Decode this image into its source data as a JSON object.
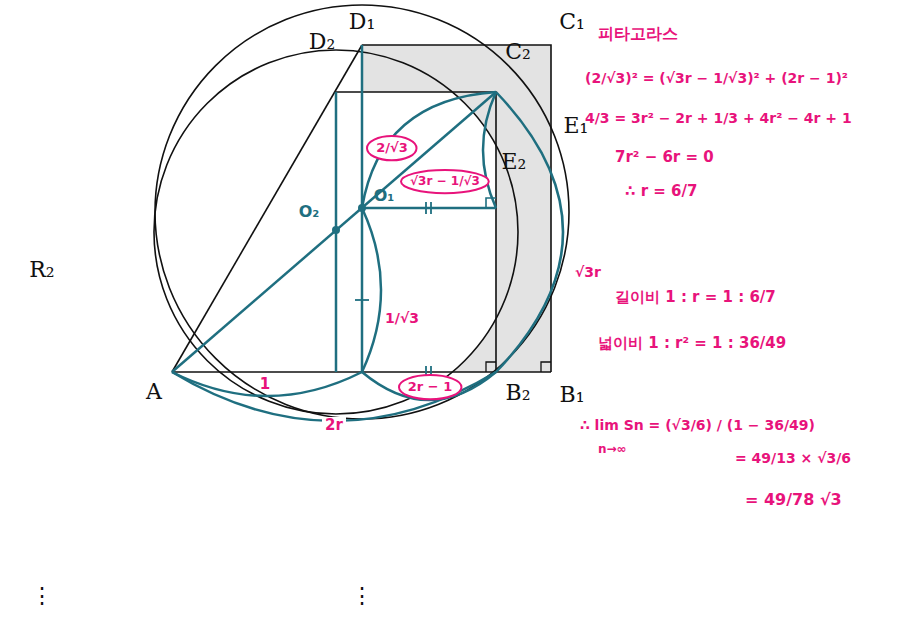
{
  "diagram": {
    "nodes": [
      {
        "text": [
          "2/√3"
        ]
      },
      {
        "text": [
          "√3r − 1/√3"
        ]
      },
      {
        "text": [
          "2r − 1"
        ]
      }
    ],
    "labels": [
      "D₁",
      "C₁",
      "D₂",
      "C₂",
      "E₁",
      "E₂",
      "R₂",
      "A",
      "B₂",
      "B₁",
      "⋮",
      "⋮",
      "O₂",
      "O₁",
      "√3r",
      "1/√3",
      "1",
      "2r",
      "피타고라스",
      "(2/√3)² = (√3r − 1/√3)² + (2r − 1)²",
      "4/3 = 3r² − 2r + 1/3 + 4r² − 4r + 1",
      "7r² − 6r = 0",
      "∴ r = 6/7",
      "길이비 1 : r = 1 : 6/7",
      "넓이비 1 : r² = 1 : 36/49",
      "∴ lim Sn = (√3/6) / (1 − 36/49)",
      "n→∞",
      "= 49/13 × √3/6",
      "= 49/78 √3"
    ]
  }
}
